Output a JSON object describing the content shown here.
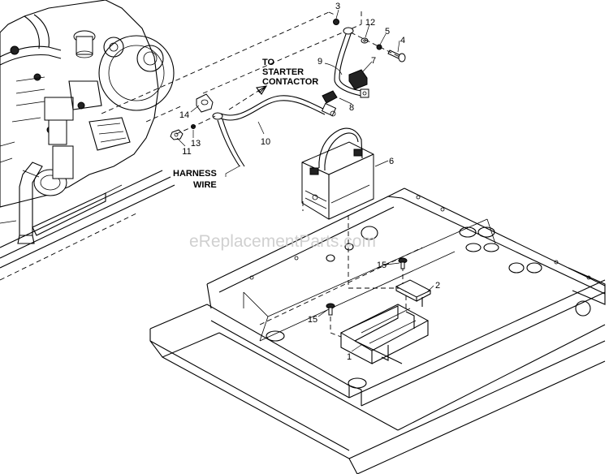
{
  "notes": {
    "to_line1": "TO",
    "to_line2": "STARTER",
    "to_line3": "CONTACTOR",
    "harness_line1": "HARNESS",
    "harness_line2": "WIRE"
  },
  "callouts": {
    "c1": "1",
    "c2": "2",
    "c3": "3",
    "c4": "4",
    "c5": "5",
    "c6": "6",
    "c7": "7",
    "c8": "8",
    "c9": "9",
    "c10": "10",
    "c11": "11",
    "c12": "12",
    "c13": "13",
    "c14": "14",
    "c15a": "15",
    "c15b": "15"
  },
  "watermark": "eReplacementParts.com"
}
